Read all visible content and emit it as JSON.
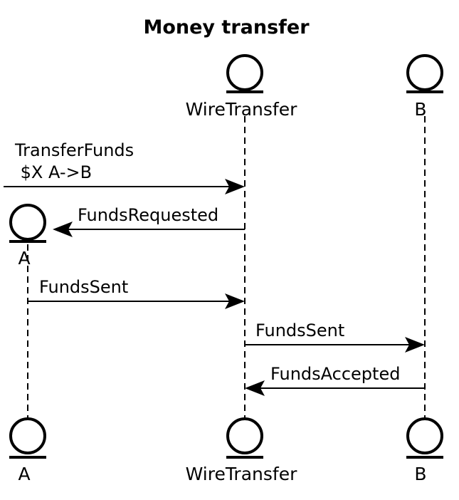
{
  "title": "Money transfer",
  "participants": [
    {
      "id": "a",
      "name": "A"
    },
    {
      "id": "wire",
      "name": "WireTransfer"
    },
    {
      "id": "b",
      "name": "B"
    }
  ],
  "messages": [
    {
      "label_lines": [
        "TransferFunds",
        " $X A->B"
      ],
      "from": "left-edge",
      "to": "wire"
    },
    {
      "label_lines": [
        "FundsRequested"
      ],
      "from": "wire",
      "to": "a"
    },
    {
      "label_lines": [
        "FundsSent"
      ],
      "from": "a",
      "to": "wire"
    },
    {
      "label_lines": [
        "FundsSent"
      ],
      "from": "wire",
      "to": "b"
    },
    {
      "label_lines": [
        "FundsAccepted"
      ],
      "from": "b",
      "to": "wire"
    }
  ]
}
